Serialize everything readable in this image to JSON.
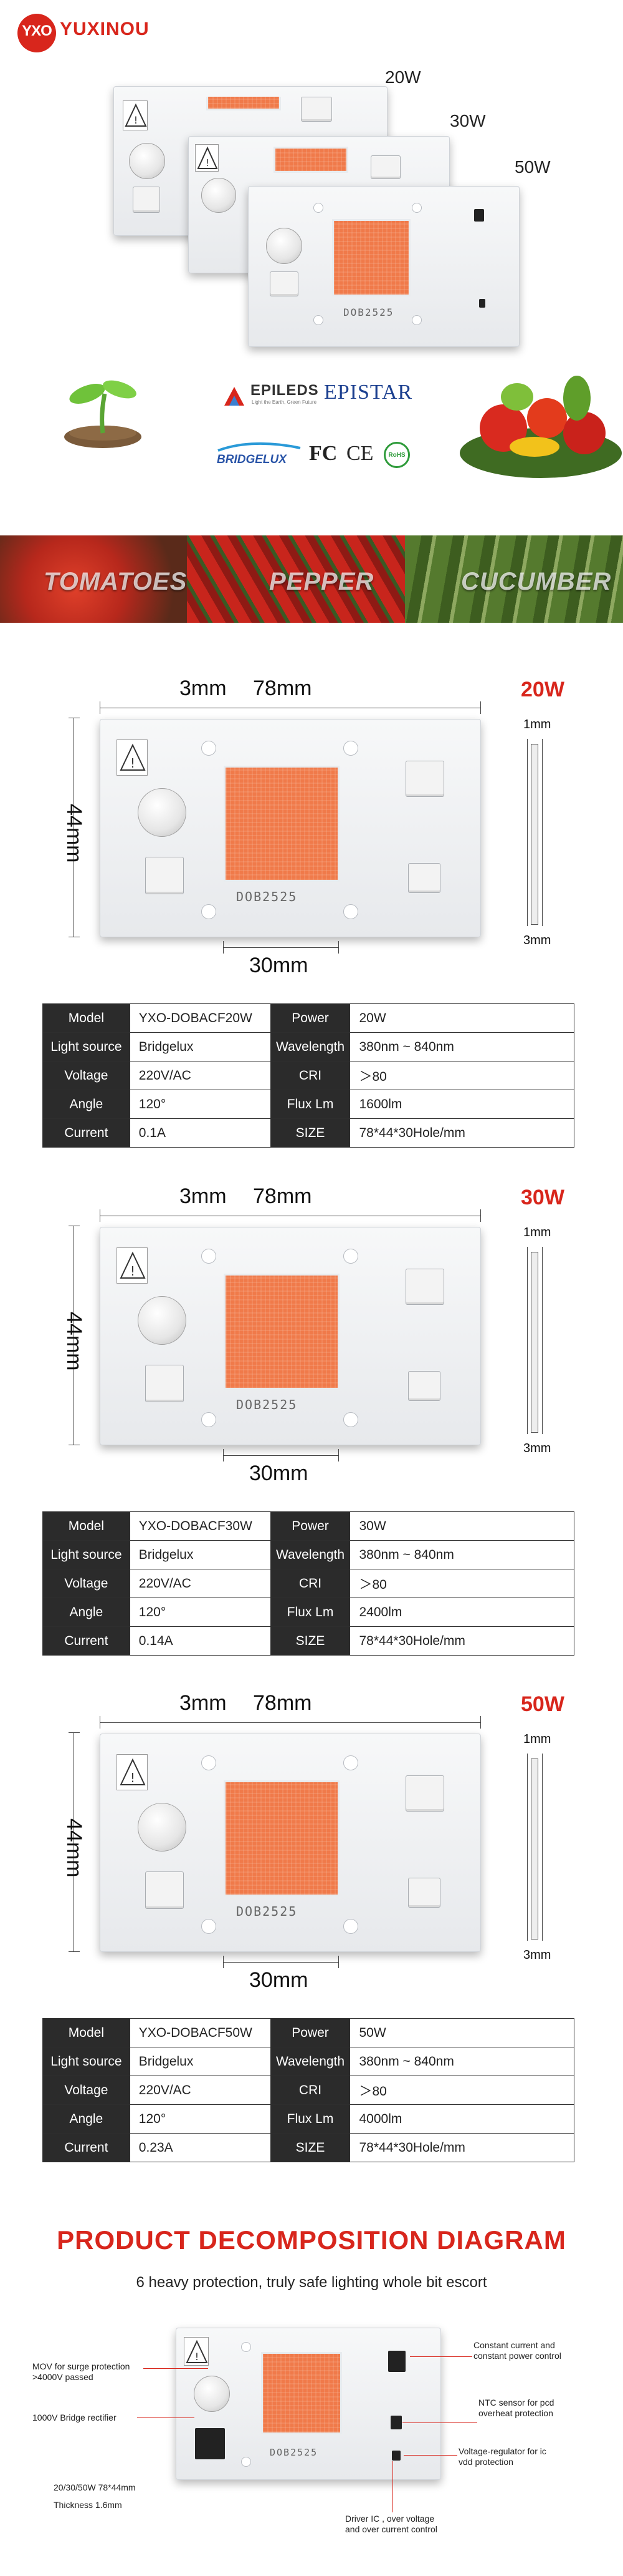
{
  "brand": {
    "name": "YUXINOU",
    "mark": "YXO"
  },
  "hero": {
    "wattages": [
      "20W",
      "30W",
      "50W"
    ],
    "board_label": "DOB2525"
  },
  "certifications": {
    "epileds": "EPILEDS",
    "epileds_tagline": "Light the Earth, Green Future",
    "epistar": "EPISTAR",
    "bridgelux": "BRIDGELUX",
    "fcc": "FC",
    "ce": "CE",
    "rohs": "RoHS"
  },
  "vegetables": [
    "TOMATOES",
    "PEPPER",
    "CUCUMBER"
  ],
  "dimension_labels": {
    "hole": "3mm",
    "length": "78mm",
    "height": "44mm",
    "led_width": "30mm",
    "thickness_top": "1mm",
    "thickness_bottom": "3mm"
  },
  "spec_headers": {
    "model": "Model",
    "light_source": "Light source",
    "voltage": "Voltage",
    "angle": "Angle",
    "current": "Current",
    "power": "Power",
    "wavelength": "Wavelength",
    "cri": "CRI",
    "flux": "Flux Lm",
    "size": "SIZE"
  },
  "products": [
    {
      "watt": "20W",
      "model": "YXO-DOBACF20W",
      "light_source": "Bridgelux",
      "voltage": "220V/AC",
      "angle": "120°",
      "current": "0.1A",
      "power": "20W",
      "wavelength": "380nm ~ 840nm",
      "cri": "＞80",
      "flux": "1600lm",
      "size": "78*44*30Hole/mm"
    },
    {
      "watt": "30W",
      "model": "YXO-DOBACF30W",
      "light_source": "Bridgelux",
      "voltage": "220V/AC",
      "angle": "120°",
      "current": "0.14A",
      "power": "30W",
      "wavelength": "380nm ~ 840nm",
      "cri": "＞80",
      "flux": "2400lm",
      "size": "78*44*30Hole/mm"
    },
    {
      "watt": "50W",
      "model": "YXO-DOBACF50W",
      "light_source": "Bridgelux",
      "voltage": "220V/AC",
      "angle": "120°",
      "current": "0.23A",
      "power": "50W",
      "wavelength": "380nm ~ 840nm",
      "cri": "＞80",
      "flux": "4000lm",
      "size": "78*44*30Hole/mm"
    }
  ],
  "decomposition": {
    "title": "PRODUCT DECOMPOSITION DIAGRAM",
    "subtitle": "6 heavy protection, truly safe lighting whole bit escort",
    "board_label": "DOB2525",
    "mov_1": "MOV for surge protection",
    "mov_2": ">4000V passed",
    "rectifier": "1000V Bridge rectifier",
    "size_line": "20/30/50W   78*44mm",
    "thickness_line": "Thickness  1.6mm",
    "driver_1": "Driver IC , over voltage",
    "driver_2": "and over current control",
    "cc_1": "Constant current and",
    "cc_2": "constant power control",
    "ntc_1": "NTC sensor for pcd",
    "ntc_2": "overheat protection",
    "vr_1": "Voltage-regulator for ic",
    "vr_2": "vdd protection"
  },
  "colors": {
    "accent_red": "#d8261c",
    "led_orange": "#f07a4a",
    "table_header": "#2b2b2b"
  }
}
